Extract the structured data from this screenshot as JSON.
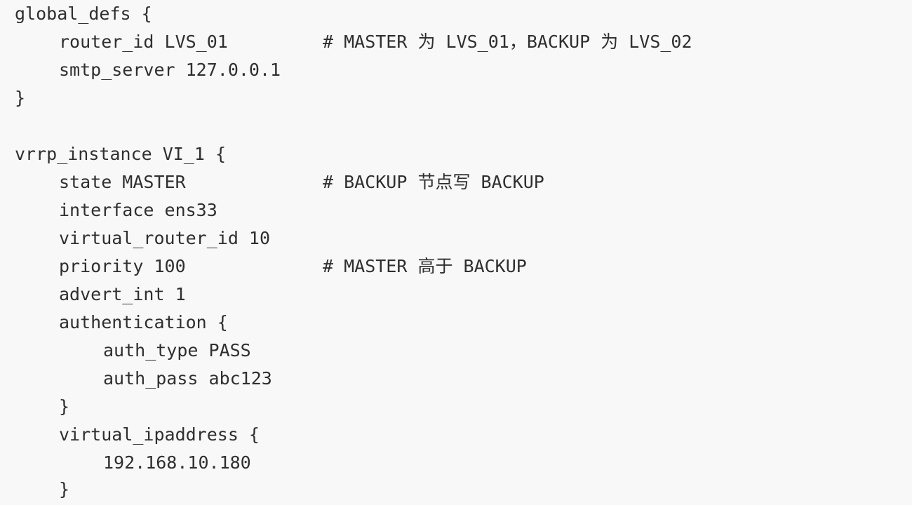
{
  "code": {
    "lines": [
      "global_defs {",
      "router_id LVS_01",
      "smtp_server 127.0.0.1",
      "}",
      "",
      "vrrp_instance VI_1 {",
      "state MASTER",
      "interface ens33",
      "virtual_router_id 10",
      "priority 100",
      "advert_int 1",
      "authentication {",
      "auth_type PASS",
      "auth_pass abc123",
      "}",
      "virtual_ipaddress {",
      "192.168.10.180",
      "}"
    ],
    "comments": {
      "router_id": "# MASTER 为 LVS_01，BACKUP 为 LVS_02",
      "state": "# BACKUP 节点写 BACKUP",
      "priority": "# MASTER 高于 BACKUP"
    }
  }
}
